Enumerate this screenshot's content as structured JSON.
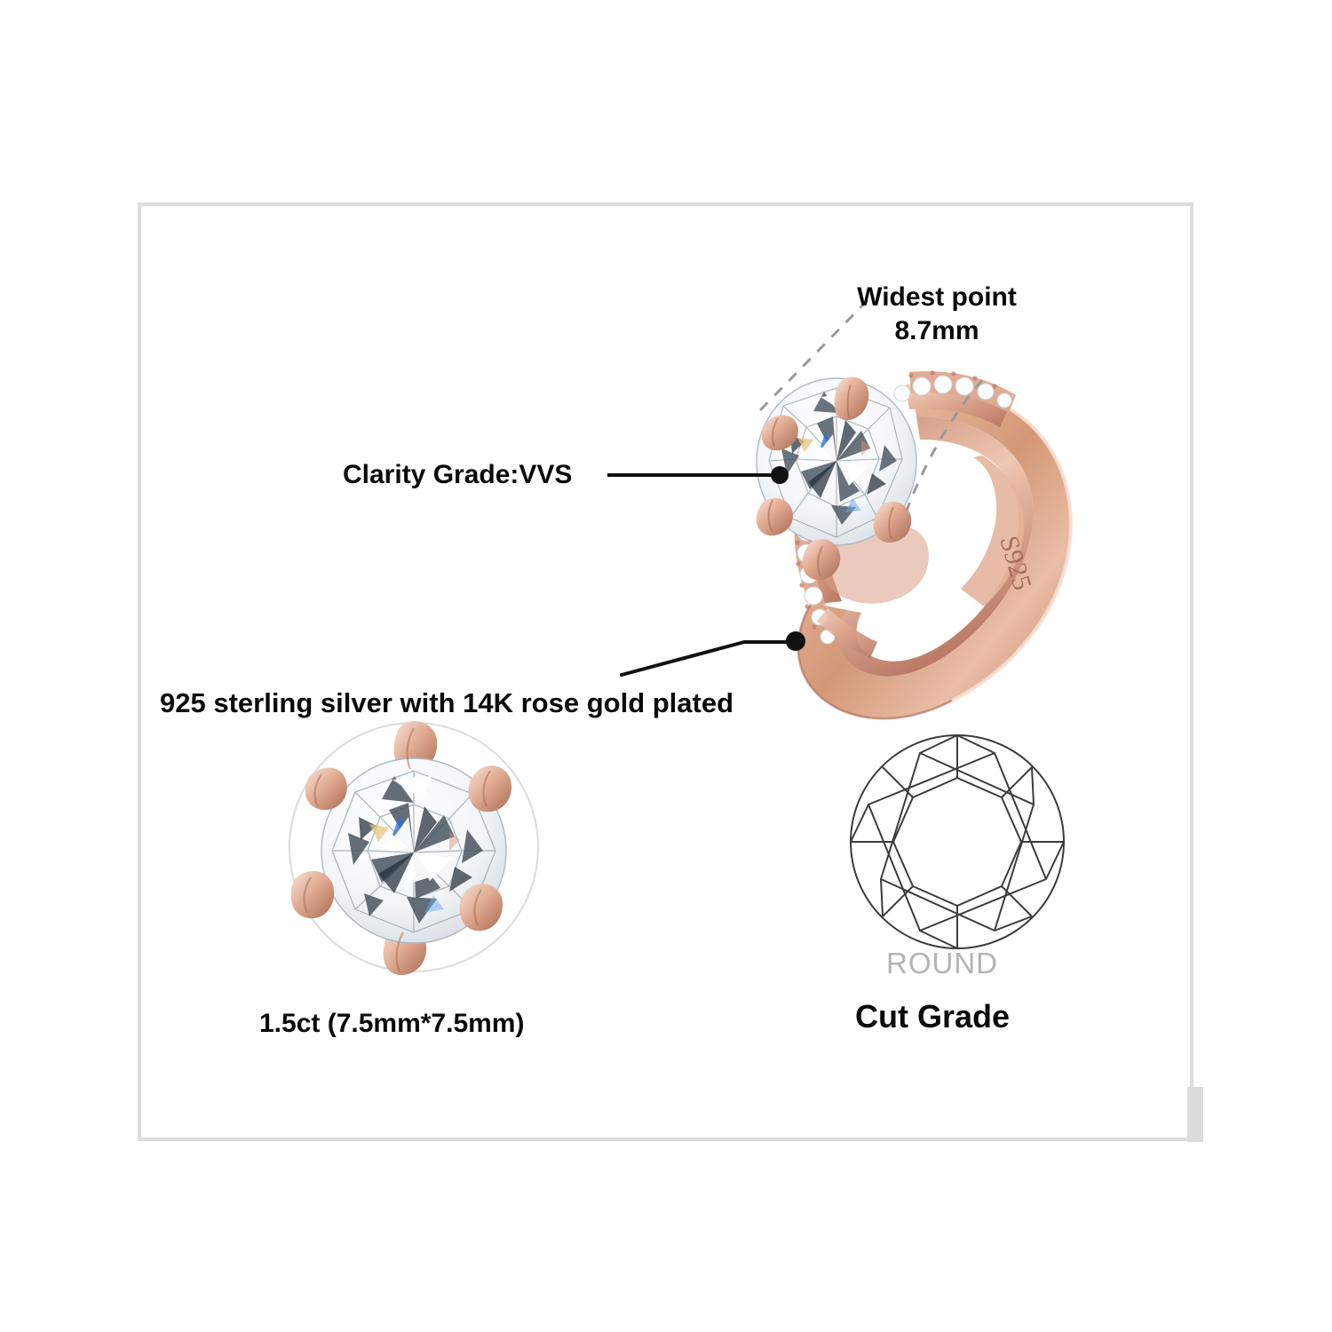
{
  "product": {
    "type": "engagement-ring",
    "metal": "14K rose gold plated 925 sterling silver",
    "engraving": "S925"
  },
  "frame": {
    "border_color": "#dddddd"
  },
  "annotations": {
    "widest_point": {
      "line1": "Widest point",
      "line2": "8.7mm"
    },
    "clarity": "Clarity Grade:VVS",
    "material": "925 sterling silver with 14K rose gold plated"
  },
  "stone_panel": {
    "caption": "1.5ct (7.5mm*7.5mm)",
    "prongs": 6
  },
  "cut_panel": {
    "shape_label": "ROUND",
    "title": "Cut Grade",
    "shape_label_color": "#b3b3b3"
  },
  "colors": {
    "rose_gold_light": "#f2cdbd",
    "rose_gold_mid": "#dda68f",
    "rose_gold_dark": "#b87a62",
    "rose_gold_deep": "#9c5f49",
    "diamond_white": "#ffffff",
    "diamond_shadow": "#b9c3cc",
    "leader_line": "#111111",
    "dash_line": "#9a9a9a",
    "frame": "#dddddd",
    "text": "#0a0a0a"
  }
}
